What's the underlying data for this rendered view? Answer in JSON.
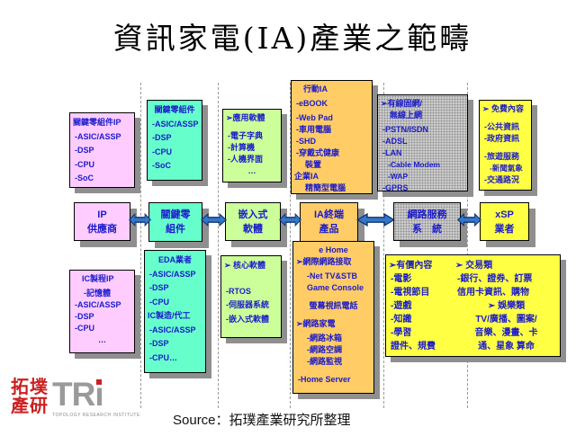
{
  "title": "資訊家電(IA)產業之範疇",
  "source_label": "Source：拓璞產業研究所整理",
  "logo": {
    "zh_line1": "拓墣",
    "zh_line2": "產研",
    "acronym": "TR",
    "acronym_i": "ı",
    "subtitle": "TOPOLOGY RESEARCH INSTITUTE"
  },
  "colors": {
    "pink": "#ffccff",
    "cyan": "#66ffcc",
    "green": "#ccff99",
    "orange": "#ffcc66",
    "gray": "#c9c9c9",
    "yellow": "#ffff44",
    "text_blue": "#1b1bcb",
    "arrow_blue": "#3377cc",
    "shadow": "#8f8f8f"
  },
  "boxes": {
    "key_ip": {
      "lines": [
        {
          "t": "關鍵零組件IP",
          "k": "h"
        },
        {
          "t": "-ASIC/ASSP",
          "k": "i"
        },
        {
          "t": "-DSP",
          "k": "i"
        },
        {
          "t": "-CPU",
          "k": "i"
        },
        {
          "t": "-SoC",
          "k": "i"
        }
      ]
    },
    "key_comp": {
      "lines": [
        {
          "t": "關鍵零組件",
          "k": "hc"
        },
        {
          "t": "-ASIC/ASSP",
          "k": "i"
        },
        {
          "t": "-DSP",
          "k": "i"
        },
        {
          "t": "-CPU",
          "k": "i"
        },
        {
          "t": "-SoC",
          "k": "i"
        }
      ]
    },
    "app_sw": {
      "lines": [
        {
          "t": "➢應用軟體",
          "k": "h"
        },
        {
          "t": "-電子字典",
          "k": "i g"
        },
        {
          "t": "-計算機",
          "k": "i"
        },
        {
          "t": "-人機界面",
          "k": "i"
        },
        {
          "t": "…",
          "k": "ic"
        }
      ]
    },
    "mobile_ia": {
      "lines": [
        {
          "t": "行動IA",
          "k": "h1"
        },
        {
          "t": "-eBOOK",
          "k": "i gs"
        },
        {
          "t": "-Web Pad",
          "k": "i gs"
        },
        {
          "t": "-車用電腦",
          "k": "i"
        },
        {
          "t": "-SHD",
          "k": "i"
        },
        {
          "t": "-穿戴式健康",
          "k": "i"
        },
        {
          "t": "裝置",
          "k": "i2"
        },
        {
          "t": "企業IA",
          "k": "h"
        },
        {
          "t": "精簡型電腦",
          "k": "i2"
        }
      ]
    },
    "wired_net": {
      "lines": [
        {
          "t": "➢有線固網/",
          "k": "h"
        },
        {
          "t": "無線上網",
          "k": "h1"
        },
        {
          "t": "-PSTN/ISDN",
          "k": "i gs"
        },
        {
          "t": "-ADSL",
          "k": "i"
        },
        {
          "t": "-LAN",
          "k": "i"
        },
        {
          "t": "-Cable Modem",
          "k": "i2s"
        },
        {
          "t": "-WAP",
          "k": "i2s"
        },
        {
          "t": "-GPRS",
          "k": "i"
        }
      ]
    },
    "free_content": {
      "lines": [
        {
          "t": "➢ 免費內容",
          "k": "h"
        },
        {
          "t": "-公共資訊",
          "k": "i g"
        },
        {
          "t": "-政府資訊",
          "k": "i"
        },
        {
          "t": "-旅遊服務",
          "k": "i g"
        },
        {
          "t": "-新聞氣象",
          "k": "i2s"
        },
        {
          "t": "-交通路況",
          "k": "i"
        }
      ]
    },
    "ip_supplier": {
      "lines": [
        {
          "t": "IP",
          "k": "c"
        },
        {
          "t": "供應商",
          "k": "c"
        }
      ]
    },
    "key_comp2": {
      "lines": [
        {
          "t": "關鍵零",
          "k": "c"
        },
        {
          "t": "組件",
          "k": "c"
        }
      ]
    },
    "embedded": {
      "lines": [
        {
          "t": "嵌入式",
          "k": "c"
        },
        {
          "t": "軟體",
          "k": "c"
        }
      ]
    },
    "ia_products": {
      "lines": [
        {
          "t": "IA終端",
          "k": "c"
        },
        {
          "t": "產品",
          "k": "c"
        }
      ]
    },
    "net_service": {
      "lines": [
        {
          "t": "網路服務",
          "k": "c"
        },
        {
          "t": "系　統",
          "k": "c"
        }
      ]
    },
    "xsp": {
      "lines": [
        {
          "t": "xSP",
          "k": "c"
        },
        {
          "t": "業者",
          "k": "c"
        }
      ]
    },
    "ic_ip": {
      "lines": [
        {
          "t": "IC製程IP",
          "k": "h1"
        },
        {
          "t": "-記憶體",
          "k": "i2 gs"
        },
        {
          "t": "-ASIC/ASSP",
          "k": "i"
        },
        {
          "t": "-DSP",
          "k": "i"
        },
        {
          "t": "-CPU",
          "k": "i"
        },
        {
          "t": "…",
          "k": "ic"
        }
      ]
    },
    "eda": {
      "lines": [
        {
          "t": "EDA業者",
          "k": "hc"
        },
        {
          "t": "-ASIC/ASSP",
          "k": "i"
        },
        {
          "t": "-DSP",
          "k": "i"
        },
        {
          "t": "-CPU",
          "k": "i"
        },
        {
          "t": "IC製造/代工",
          "k": "h"
        },
        {
          "t": "-ASIC/ASSP",
          "k": "i"
        },
        {
          "t": "-DSP",
          "k": "i"
        },
        {
          "t": "-CPU…",
          "k": "i"
        }
      ]
    },
    "core_sw": {
      "lines": [
        {
          "t": "➢ 核心軟體",
          "k": "h"
        },
        {
          "t": "-RTOS",
          "k": "i gb"
        },
        {
          "t": "-伺服器系統",
          "k": "i"
        },
        {
          "t": "-嵌入式軟體",
          "k": "i"
        }
      ]
    },
    "e_home": {
      "lines": [
        {
          "t": "e Home",
          "k": "hc"
        },
        {
          "t": "➢網際網路接取",
          "k": "h"
        },
        {
          "t": "-Net TV&STB",
          "k": "i2 gs"
        },
        {
          "t": "Game Console",
          "k": "i2"
        },
        {
          "t": "螢幕視訊電話",
          "k": "hc g"
        },
        {
          "t": "➢網路家電",
          "k": "h g"
        },
        {
          "t": "-網路冰箱",
          "k": "i2 gs"
        },
        {
          "t": "-網路空調",
          "k": "i2"
        },
        {
          "t": "-網路監視",
          "k": "i2"
        },
        {
          "t": "-Home Server",
          "k": "i g"
        }
      ]
    },
    "paid_left": {
      "lines": [
        {
          "t": "➢有價內容",
          "k": "h"
        },
        {
          "t": "-電影",
          "k": "i"
        },
        {
          "t": "-電視節目",
          "k": "i"
        },
        {
          "t": "-遊戲",
          "k": "i"
        },
        {
          "t": "-知識",
          "k": "i"
        },
        {
          "t": "-學習",
          "k": "i"
        },
        {
          "t": "證件、規費",
          "k": "i"
        }
      ]
    },
    "paid_right": {
      "lines": [
        {
          "t": "➢ 交易類",
          "k": "h"
        },
        {
          "t": "-銀行、證券、訂票",
          "k": "i"
        },
        {
          "t": "信用卡資訊、購物",
          "k": "i"
        },
        {
          "t": "➢ 娛樂類",
          "k": "hc"
        },
        {
          "t": "TV/廣播、圖案/",
          "k": "ic"
        },
        {
          "t": "音樂、漫畫、卡",
          "k": "ic"
        },
        {
          "t": "通、星象 算命",
          "k": "ic"
        }
      ]
    }
  }
}
